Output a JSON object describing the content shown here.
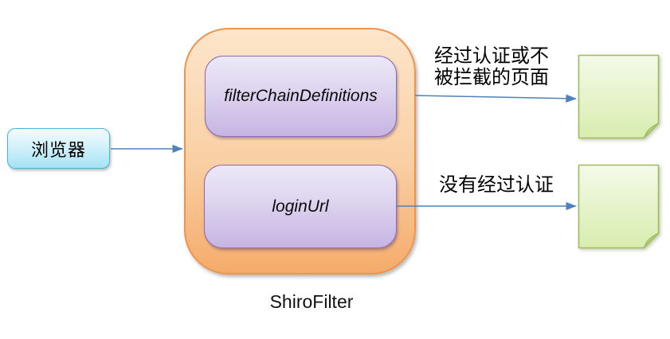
{
  "diagram": {
    "browser": {
      "label": "浏览器"
    },
    "shiro_filter": {
      "label": "ShiroFilter",
      "boxes": [
        {
          "label": "filterChainDefinitions"
        },
        {
          "label": "loginUrl"
        }
      ]
    },
    "flows": [
      {
        "label": "经过认证或不\n被拦截的页面"
      },
      {
        "label": "没有经过认证"
      }
    ],
    "colors": {
      "arrow": "#4f81bd",
      "browser_border": "#45b5dd",
      "browser_fill_bottom": "#a4e3f4",
      "container_border": "#ef944c",
      "container_fill_bottom": "#f5ab6a",
      "inner_border": "#8d6bb1",
      "inner_fill_bottom": "#c6b4e3",
      "note_border": "#9fbc5e",
      "note_fill_top": "#f4fae9",
      "note_fill_bottom": "#d8edae",
      "note_fold": "#b9d57e"
    }
  }
}
